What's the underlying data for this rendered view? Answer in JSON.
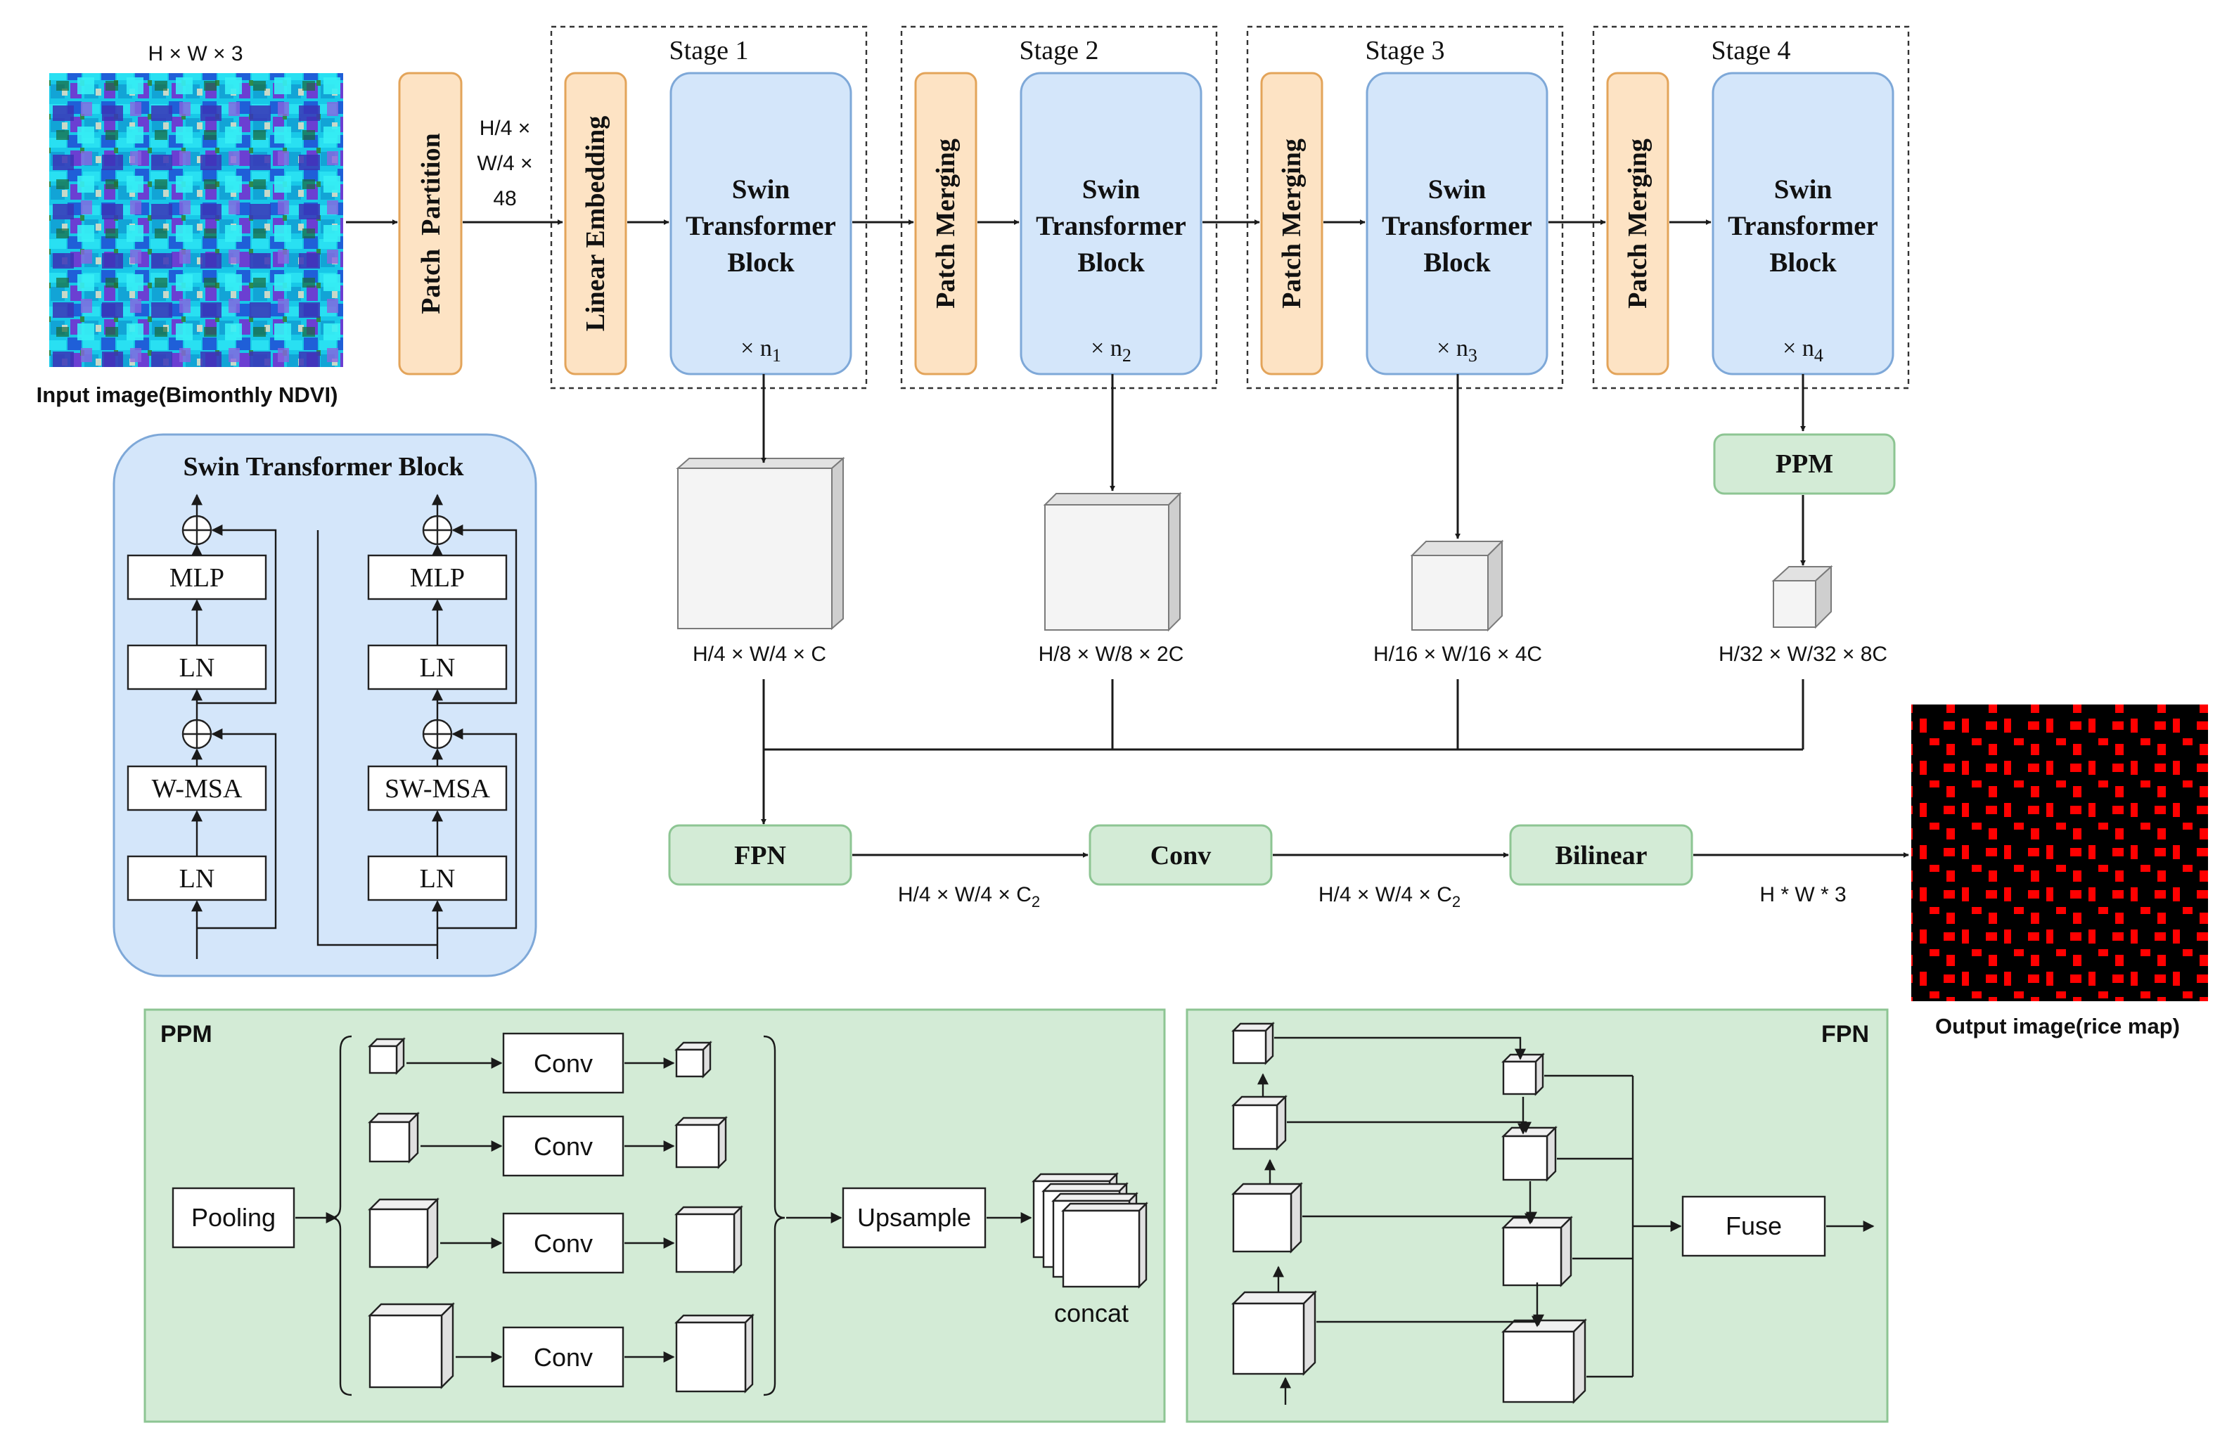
{
  "input": {
    "dims": "H × W × 3",
    "caption": "Input image(Bimonthly NDVI)"
  },
  "output": {
    "caption": "Output image(rice map)"
  },
  "patch_partition": "Patch  Partition",
  "partition_dims": [
    "H/4 ×",
    "W/4 ×",
    "48"
  ],
  "stages": [
    {
      "title": "Stage 1",
      "first_block": "Linear  Embedding",
      "block": [
        "Swin",
        "Transformer",
        "Block"
      ],
      "repeat": "× n",
      "sub": "1"
    },
    {
      "title": "Stage 2",
      "first_block": "Patch  Merging",
      "block": [
        "Swin",
        "Transformer",
        "Block"
      ],
      "repeat": "× n",
      "sub": "2"
    },
    {
      "title": "Stage 3",
      "first_block": "Patch  Merging",
      "block": [
        "Swin",
        "Transformer",
        "Block"
      ],
      "repeat": "× n",
      "sub": "3"
    },
    {
      "title": "Stage 4",
      "first_block": "Patch  Merging",
      "block": [
        "Swin",
        "Transformer",
        "Block"
      ],
      "repeat": "× n",
      "sub": "4"
    }
  ],
  "feature_dims": [
    "H/4 × W/4 × C",
    "H/8 × W/8 × 2C",
    "H/16 × W/16 × 4C",
    "H/32 × W/32 × 8C"
  ],
  "ppm_label": "PPM",
  "decoder": {
    "fpn": "FPN",
    "conv": "Conv",
    "bilinear": "Bilinear",
    "dim1_main": "H/4 × W/4 × C",
    "dim1_sub": "2",
    "dim2_main": "H/4 × W/4 × C",
    "dim2_sub": "2",
    "dim3": "H * W * 3"
  },
  "swin_block": {
    "title": "Swin Transformer Block",
    "left": [
      "MLP",
      "LN",
      "W-MSA",
      "LN"
    ],
    "right": [
      "MLP",
      "LN",
      "SW-MSA",
      "LN"
    ]
  },
  "ppm_panel": {
    "title": "PPM",
    "pooling": "Pooling",
    "conv": "Conv",
    "upsample": "Upsample",
    "concat": "concat"
  },
  "fpn_panel": {
    "title": "FPN",
    "fuse": "Fuse"
  },
  "colors": {
    "orange_fill": "#fde3c4",
    "orange_stroke": "#e3a45a",
    "blue_fill": "#d4e6fa",
    "blue_stroke": "#7ea8d8",
    "green_fill": "#d3ebd6",
    "green_stroke": "#8dc593",
    "output_rice": "#ff0000"
  }
}
